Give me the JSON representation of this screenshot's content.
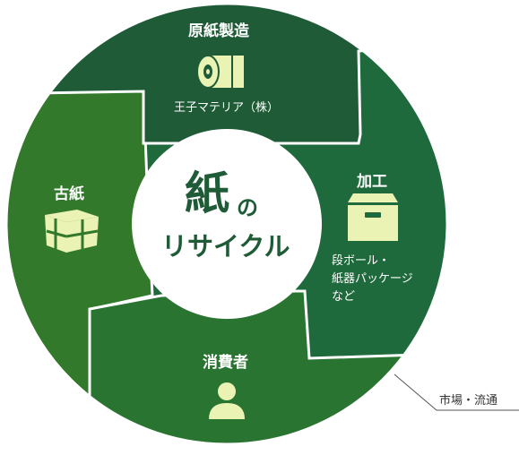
{
  "diagram": {
    "center": {
      "main": "紙",
      "particle": "の",
      "line2": "リサイクル"
    },
    "segments": {
      "manufacture": {
        "title": "原紙製造",
        "subtitle": "王子マテリア（株）",
        "icon": "paper-roll-icon",
        "color": "#1e5b36"
      },
      "processing": {
        "title": "加工",
        "subtitle_lines": [
          "段ボール・",
          "紙器パッケージ",
          "など"
        ],
        "icon": "box-icon",
        "color": "#1f6a3c"
      },
      "consumer": {
        "title": "消費者",
        "icon": "person-icon",
        "color": "#2a7431"
      },
      "waste_paper": {
        "title": "古紙",
        "icon": "bundle-icon",
        "color": "#33792b"
      }
    },
    "market_label": "市場・流通",
    "colors": {
      "icon": "#eaf2b4",
      "center_text": "#1e5b36",
      "outline": "#ffffff"
    }
  }
}
